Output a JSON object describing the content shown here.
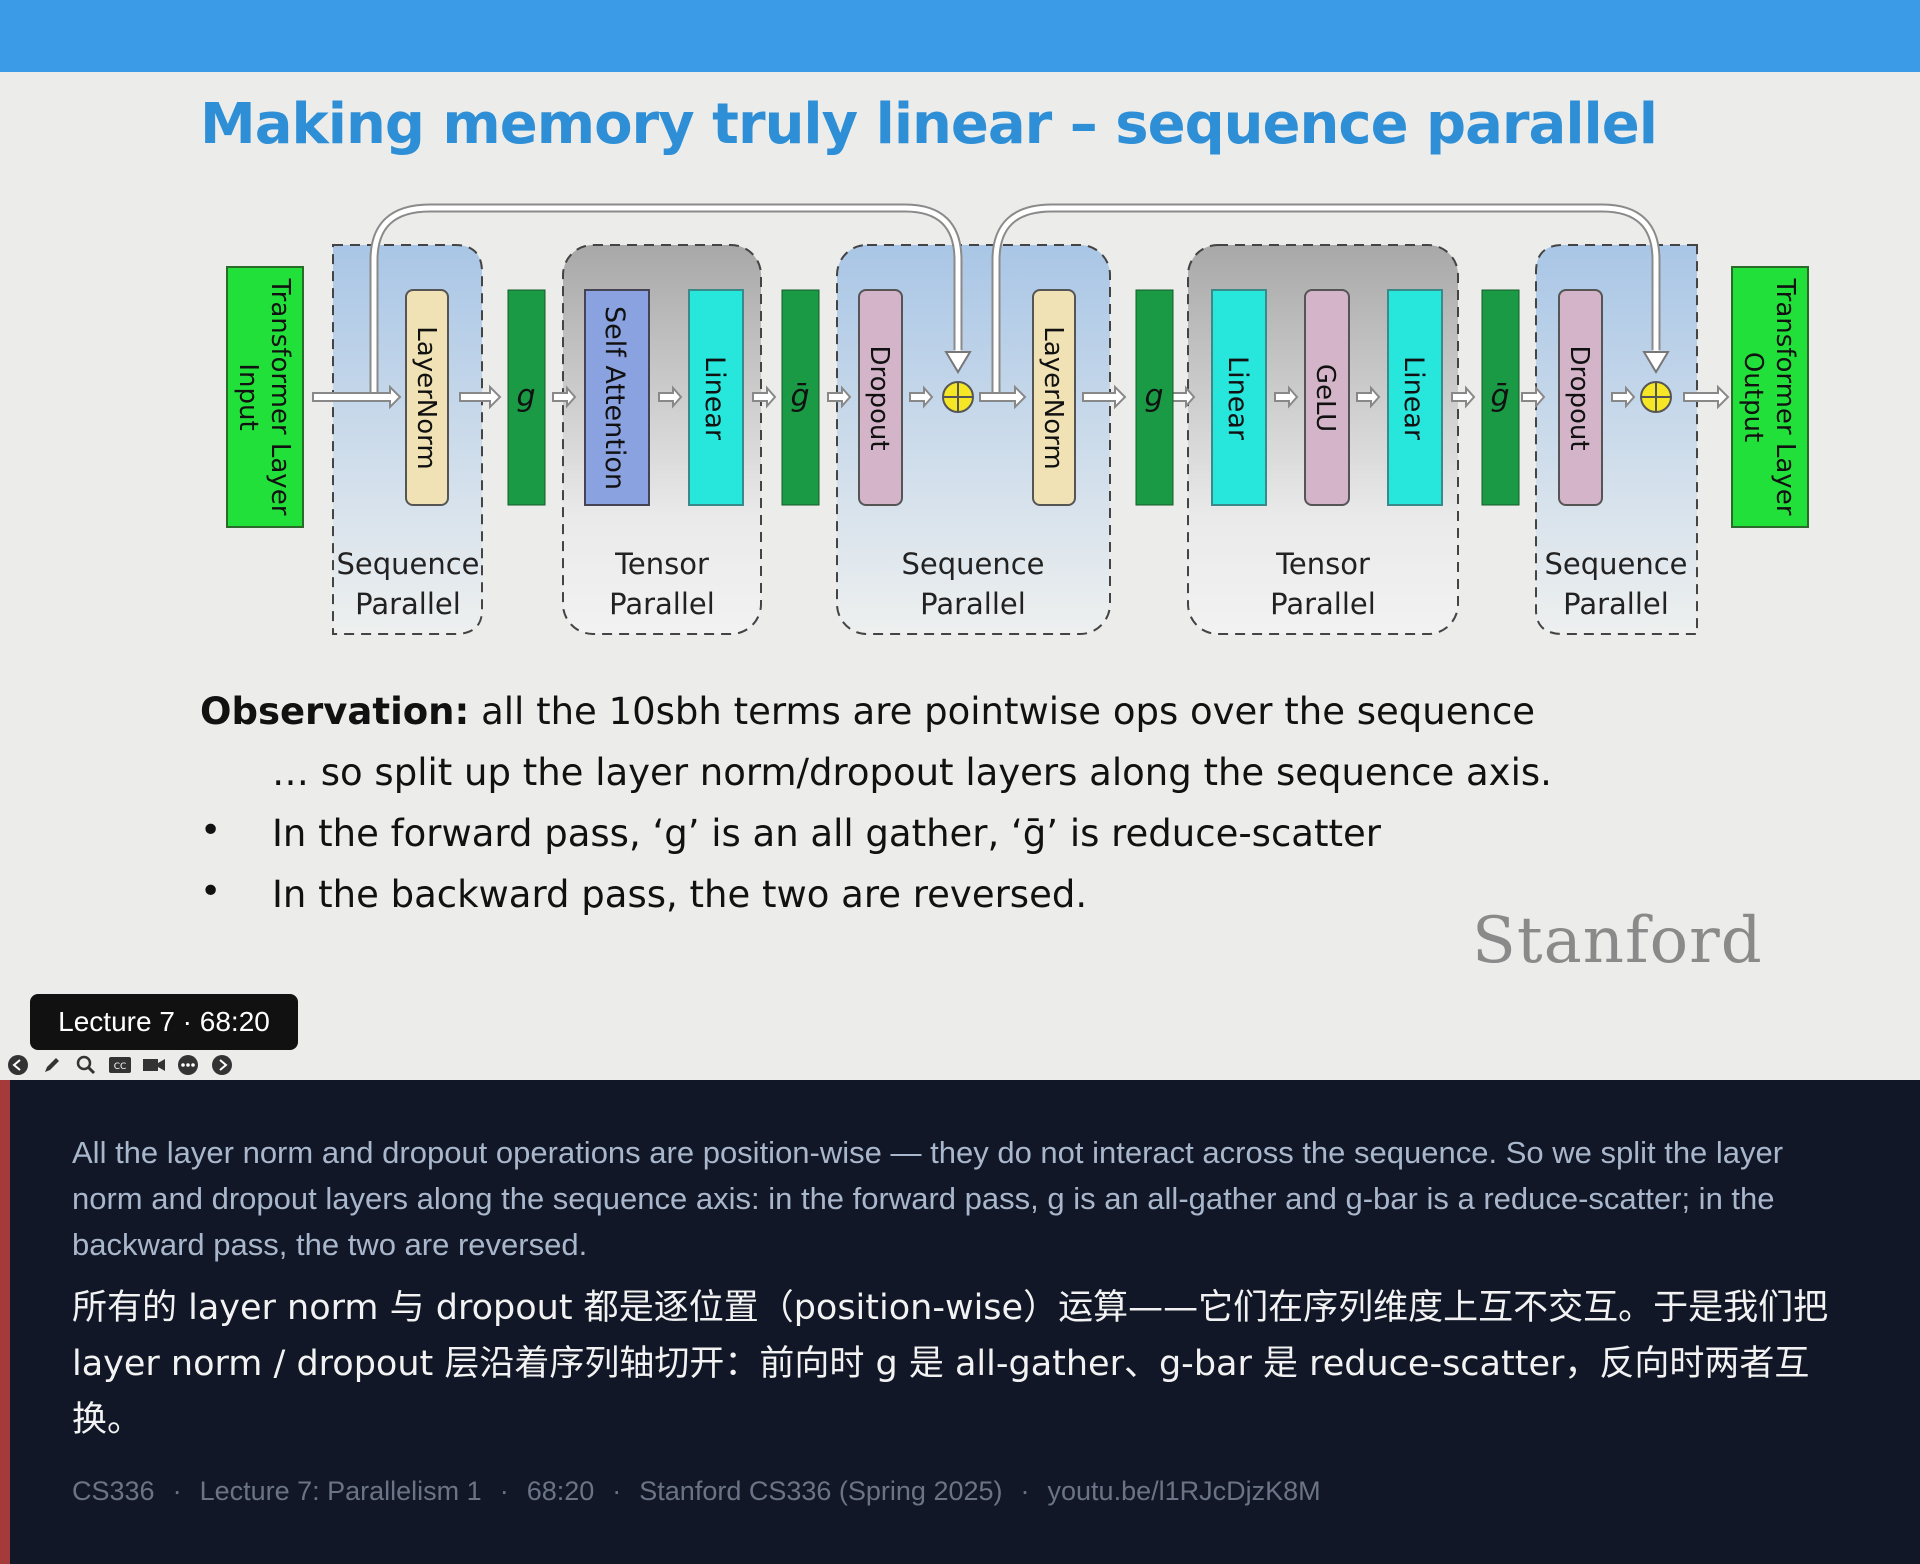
{
  "slide": {
    "title": "Making memory truly linear – sequence parallel",
    "diagram": {
      "input_label": [
        "Transformer Layer",
        "Input"
      ],
      "output_label": [
        "Transformer Layer",
        "Output"
      ],
      "blocks": [
        "LayerNorm",
        "g",
        "Self Attention",
        "Linear",
        "ḡ",
        "Dropout",
        "LayerNorm",
        "g",
        "Linear",
        "GeLU",
        "Linear",
        "ḡ",
        "Dropout"
      ],
      "regions": [
        {
          "line1": "Sequence",
          "line2": "Parallel"
        },
        {
          "line1": "Tensor",
          "line2": "Parallel"
        },
        {
          "line1": "Sequence",
          "line2": "Parallel"
        },
        {
          "line1": "Tensor",
          "line2": "Parallel"
        },
        {
          "line1": "Sequence",
          "line2": "Parallel"
        }
      ],
      "colors": {
        "green_bright": "#22e03a",
        "green_dark": "#1a9a44",
        "layernorm": "#f0e2b4",
        "attention": "#8aa2e0",
        "linear": "#27e6dc",
        "dropout": "#d4b4c8",
        "gelu": "#d4b4c8",
        "plus": "#f5e626"
      }
    },
    "observation_label": "Observation:",
    "observation_text": " all the 10sbh terms are pointwise ops over the sequence",
    "observation_cont": "… so split up the layer norm/dropout layers along the sequence axis.",
    "bullets": [
      "In the forward pass, ‘g’ is an all gather, ‘ḡ’ is reduce-scatter",
      "In the backward pass, the two are reversed."
    ],
    "logo": "Stanford"
  },
  "player": {
    "timestamp": "Lecture 7 · 68:20",
    "controls": [
      "back-icon",
      "pen-icon",
      "zoom-icon",
      "cc-icon",
      "camera-icon",
      "more-icon",
      "forward-icon"
    ]
  },
  "caption": {
    "english": "All the layer norm and dropout operations are position-wise — they do not interact across the sequence. So we split the layer norm and dropout layers along the sequence axis: in the forward pass, g is an all-gather and g-bar is a reduce-scatter; in the backward pass, the two are reversed.",
    "chinese": "所有的 layer norm 与 dropout 都是逐位置（position-wise）运算——它们在序列维度上互不交互。于是我们把 layer norm / dropout 层沿着序列轴切开：前向时 g 是 all-gather、g-bar 是 reduce-scatter，反向时两者互换。",
    "meta": [
      "CS336",
      "Lecture 7: Parallelism 1",
      "68:20",
      "Stanford CS336 (Spring 2025)",
      "youtu.be/l1RJcDjzK8M"
    ]
  }
}
